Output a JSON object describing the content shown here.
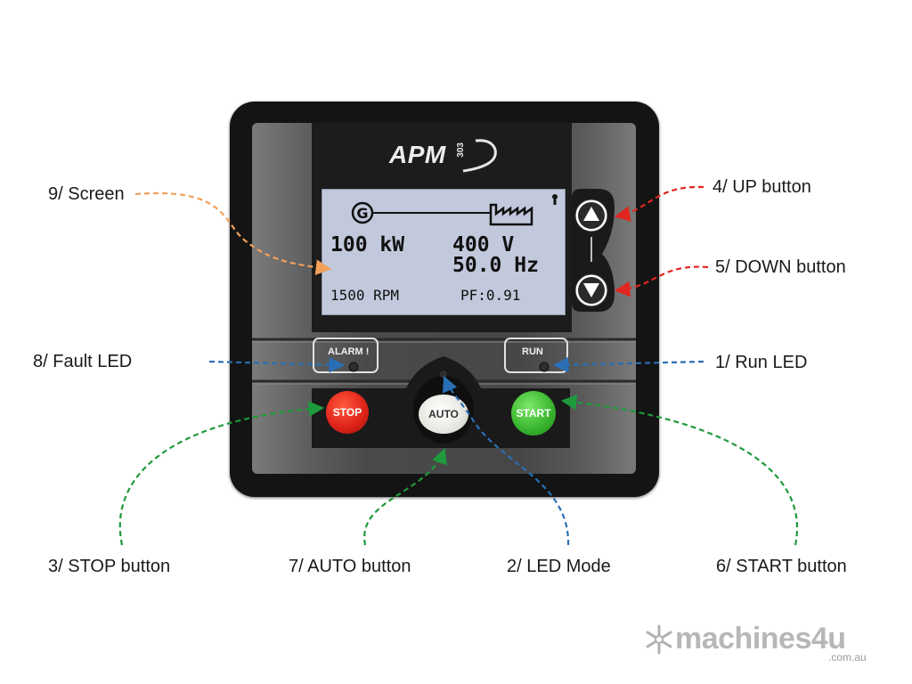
{
  "device": {
    "brand": "APM",
    "model": "303",
    "alarm_label": "ALARM !",
    "run_label": "RUN",
    "stop_label": "STOP",
    "auto_label": "AUTO",
    "start_label": "START"
  },
  "lcd": {
    "power": "100 kW",
    "voltage": "400  V",
    "frequency": "50.0 Hz",
    "rpm": "1500 RPM",
    "pf": "PF:0.91",
    "generator_symbol": "G"
  },
  "callouts": {
    "screen": "9/ Screen",
    "up": "4/ UP button",
    "down": "5/ DOWN button",
    "fault_led": "8/ Fault LED",
    "run_led": "1/ Run LED",
    "stop": "3/ STOP button",
    "auto": "7/ AUTO button",
    "led_mode": "2/ LED Mode",
    "start": "6/ START button"
  },
  "watermark": {
    "name": "machines4u",
    "domain": ".com.au"
  },
  "colors": {
    "screen_arrow": "#f2a05a",
    "up_down_arrow": "#e0261e",
    "led_arrow": "#2a6fb5",
    "button_arrow": "#1e9a3c",
    "stop_button": "#e0241a",
    "start_button": "#3cb832",
    "lcd_background": "#c2c9dc"
  },
  "icons": [
    "generator-icon",
    "factory-load-icon",
    "alarm-indicator-icon",
    "up-arrow-icon",
    "down-arrow-icon",
    "machines4u-logo-icon"
  ]
}
